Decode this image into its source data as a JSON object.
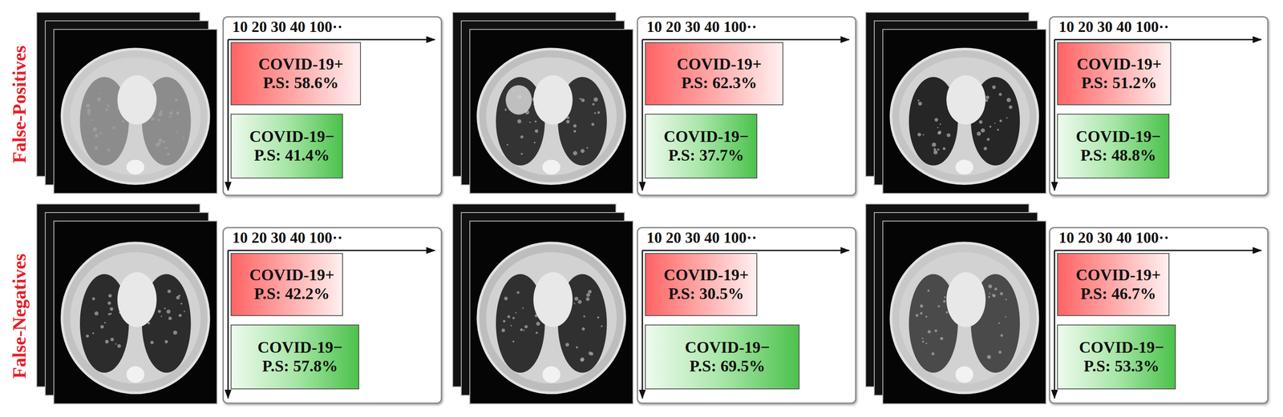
{
  "diagram": {
    "nodes": [
      {
        "text": [
          "10 20 30 40 100··"
        ]
      },
      {
        "text": [
          "COVID-19+",
          "P.S: 58.6%"
        ],
        "in": 0
      },
      {
        "text": [
          "COVID-19−",
          "P.S: 41.4%"
        ],
        "in": 0
      },
      {
        "text": [
          "10 20 30 40 100··"
        ]
      },
      {
        "text": [
          "COVID-19+",
          "P.S: 62.3%"
        ],
        "in": 3
      },
      {
        "text": [
          "COVID-19−",
          "P.S: 37.7%"
        ],
        "in": 3
      },
      {
        "text": [
          "10 20 30 40 100··"
        ]
      },
      {
        "text": [
          "COVID-19+",
          "P.S: 51.2%"
        ],
        "in": 6
      },
      {
        "text": [
          "COVID-19−",
          "P.S: 48.8%"
        ],
        "in": 6
      },
      {
        "text": [
          "10 20 30 40 100··"
        ]
      },
      {
        "text": [
          "COVID-19+",
          "P.S: 42.2%"
        ],
        "in": 9
      },
      {
        "text": [
          "COVID-19−",
          "P.S: 57.8%"
        ],
        "in": 9
      },
      {
        "text": [
          "10 20 30 40 100··"
        ]
      },
      {
        "text": [
          "COVID-19+",
          "P.S: 30.5%"
        ],
        "in": 12
      },
      {
        "text": [
          "COVID-19−",
          "P.S: 69.5%"
        ],
        "in": 12
      },
      {
        "text": [
          "10 20 30 40 100··"
        ]
      },
      {
        "text": [
          "COVID-19+",
          "P.S: 46.7%"
        ],
        "in": 15
      },
      {
        "text": [
          "COVID-19−",
          "P.S: 53.3%"
        ],
        "in": 15
      }
    ],
    "labels": [
      "False-Positives",
      "False-Negatives"
    ]
  }
}
